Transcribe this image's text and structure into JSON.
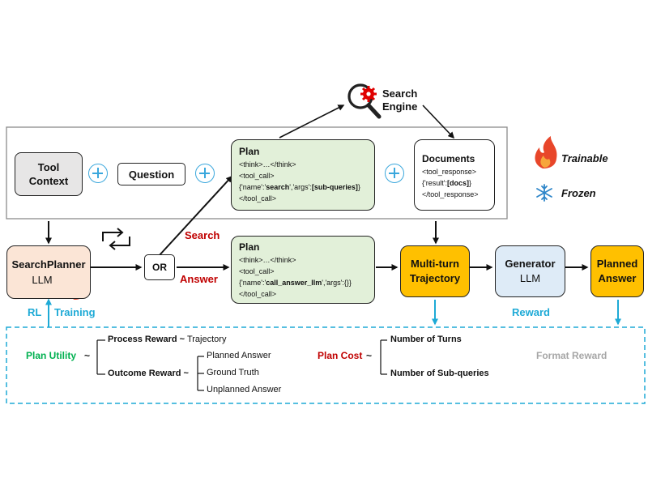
{
  "search_engine": {
    "label_1": "Search",
    "label_2": "Engine"
  },
  "tool_context": {
    "line1": "Tool",
    "line2": "Context"
  },
  "question": {
    "label": "Question"
  },
  "plan_search": {
    "title": "Plan",
    "line1": "<think>…</think>",
    "line2": "<tool_call>",
    "line3_pre": "{'name':'",
    "line3_name": "search",
    "line3_mid": "','args':",
    "line3_args": "[sub-queries]",
    "line3_post": "}",
    "line4": "</tool_call>"
  },
  "documents": {
    "title": "Documents",
    "line1": "<tool_response>",
    "line2_pre": "{'result':",
    "line2_bold": "[docs]",
    "line2_post": "}",
    "line3": "</tool_response>"
  },
  "legend": {
    "trainable": "Trainable",
    "frozen": "Frozen"
  },
  "search_planner": {
    "title": "SearchPlanner",
    "sub": "LLM"
  },
  "or_node": {
    "label": "OR"
  },
  "branch_labels": {
    "search": "Search",
    "answer": "Answer"
  },
  "plan_answer": {
    "title": "Plan",
    "line1": "<think>…</think>",
    "line2": "<tool_call>",
    "line3_pre": "{'name':'",
    "line3_name": "call_answer_llm",
    "line3_post": "','args':{}}",
    "line4": "</tool_call>"
  },
  "trajectory": {
    "line1": "Multi-turn",
    "line2": "Trajectory"
  },
  "generator": {
    "title": "Generator",
    "sub": "LLM"
  },
  "planned_answer": {
    "line1": "Planned",
    "line2": "Answer"
  },
  "rl_labels": {
    "rl": "RL",
    "training": "Training",
    "reward": "Reward"
  },
  "reward_panel": {
    "plan_utility": "Plan Utility",
    "tilde": "~",
    "process_reward": "Process Reward ~",
    "process_target": "Trajectory",
    "outcome_reward": "Outcome Reward ~",
    "outcome_items": [
      "Planned Answer",
      "Ground Truth",
      "Unplanned Answer"
    ],
    "plan_cost": "Plan Cost",
    "cost_items": [
      "Number of Turns",
      "Number of Sub-queries"
    ],
    "format_reward": "Format Reward"
  },
  "colors": {
    "green_box": "#e2f0d9",
    "orange_box": "#ffc000",
    "planner_box": "#fbe5d6",
    "generator_box": "#deebf7",
    "gray_box": "#e7e6e6",
    "red_text": "#c00000",
    "blue_accent": "#1eaad6",
    "green_text": "#00b050",
    "gray_text": "#a6a6a6"
  }
}
